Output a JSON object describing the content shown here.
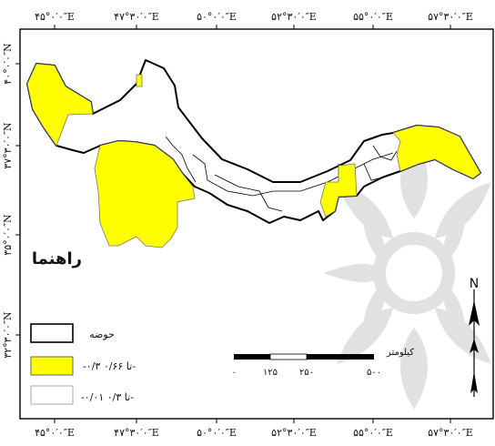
{
  "map": {
    "top_ticks": [
      "۴۵°۰′۰″E",
      "۴۷°۳۰′۰″E",
      "۵۰°۰′۰″E",
      "۵۲°۳۰′۰″E",
      "۵۵°۰′۰″E",
      "۵۷°۳۰′۰″E"
    ],
    "bottom_ticks": [
      "۴۵°۰′۰″E",
      "۴۷°۳۰′۰″E",
      "۵۰°۰′۰″E",
      "۵۲°۳۰′۰″E",
      "۵۵°۰′۰″E",
      "۵۷°۳۰′۰″E"
    ],
    "left_ticks": [
      "۴۰°۰′۰″N",
      "۳۷°۳۰′۰″N",
      "۳۵°۰′۰″N",
      "۳۲°۳۰′۰″N"
    ],
    "north_label": "N",
    "legend_title": "راهنما",
    "legend": [
      {
        "label": "حوضه",
        "fill": "#ffffff",
        "stroke": "#000000"
      },
      {
        "label": "-۰/۳ تا ۰/۶۶-",
        "fill": "#ffff00",
        "stroke": "#555555"
      },
      {
        "label": "-۰/۰۱ تا ۰/۳-",
        "fill": "#ffffff",
        "stroke": "#999999"
      }
    ],
    "scale": {
      "unit": "کیلومتر",
      "labels": [
        "۰",
        "۱۲۵",
        "۲۵۰",
        "۵۰۰"
      ]
    },
    "colors": {
      "yellow": "#ffff00",
      "outline": "#000000",
      "watermark": "#d9d9d9"
    }
  }
}
